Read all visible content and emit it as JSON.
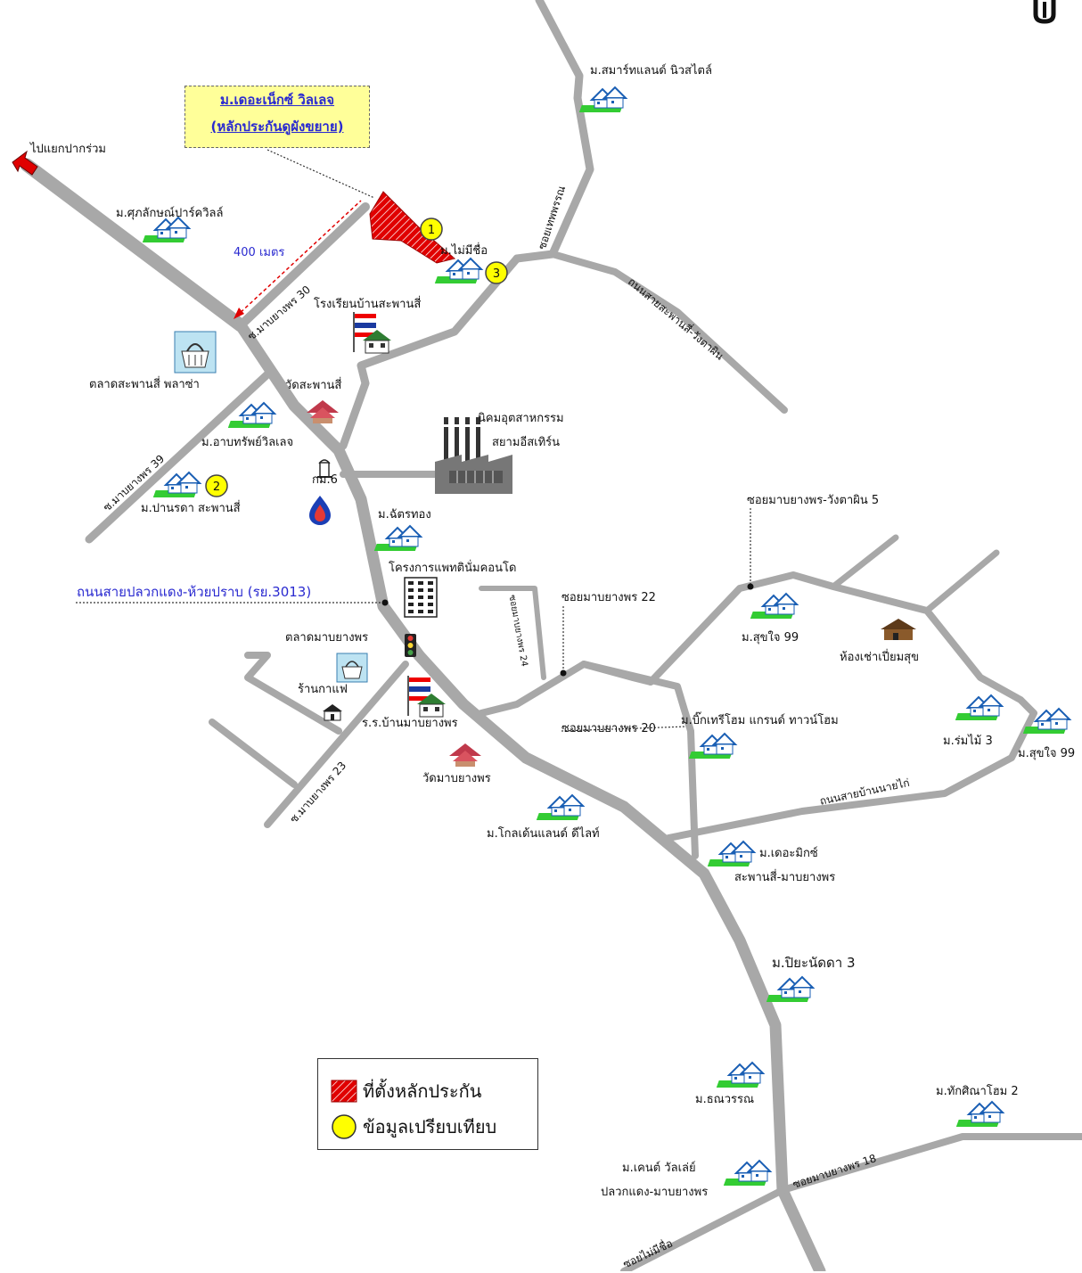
{
  "subject": {
    "name": "ม.เดอะเน็กซ์ วิลเลจ",
    "note": "(หลักประกันดูผังขยาย)"
  },
  "distance_label": "400 เมตร",
  "direction_label": "ไปแยกปากร่วม",
  "markers": [
    {
      "number": "1"
    },
    {
      "number": "2"
    },
    {
      "number": "3"
    }
  ],
  "road_labels": {
    "soi_30": "ซ.มาบยางพร 30",
    "soi_39": "ซ.มาบยางพร 39",
    "soi_23": "ซ.มาบยางพร 23",
    "soi_thephorn": "ซอยเทพพรรณ",
    "sapanSi_wangtaphin": "ถนนสายสะพานสี่-วังตาผิน",
    "main_road": "ถนนสายปลวกแดง-ห้วยปราบ (รย.3013)",
    "soi_wangtaphin5": "ซอยมาบยางพร-วังตาผิน 5",
    "soi_22": "ซอยมาบยางพร 22",
    "soi_20": "ซอยมาบยางพร 20",
    "soi_vertical": "ซอยมาบยางพร 24",
    "ban_nai_kai": "ถนนสายบ้านนายไก่",
    "soi_18": "ซอยมาบยางพร 18",
    "soi_unnamed": "ซอยไม่มีชื่อ"
  },
  "places": {
    "smart_land": "ม.สมาร์ทแลนด์ นิวสไตล์",
    "supalak": "ม.ศุภลักษณ์ปาร์ควิลล์",
    "mai_mee_chue": "ม.ไม่มีชื่อ",
    "school_sapansi": "โรงเรียนบ้านสะพานสี่",
    "market_sapansi": "ตลาดสะพานสี่ พลาซ่า",
    "wat_sapansi": "วัดสะพานสี่",
    "arbsap": "ม.อาบทรัพย์วิลเลจ",
    "km6": "กม.6",
    "industrial_1": "นิคมอุตสาหกรรม",
    "industrial_2": "สยามอีสเทิร์น",
    "pannarada": "ม.ปานรดา สะพานสี่",
    "chattong": "ม.ฉัตรทอง",
    "condo": "โครงการแพทตินั่มคอนโด",
    "market_mabyangphorn": "ตลาดมาบยางพร",
    "cafe": "ร้านกาแฟ",
    "school_mabyangphorn": "ร.ร.บ้านมาบยางพร",
    "wat_mabyangphorn": "วัดมาบยางพร",
    "golden_land": "ม.โกลเด้นแลนด์ ดีไลท์",
    "sukjai_99_a": "ม.สุขใจ 99",
    "room_rent": "ห้องเช่าเปี่ยมสุข",
    "big_tree": "ม.บิ๊กเทรีโฮม แกรนด์ ทาวน์โฮม",
    "rom_mai_3": "ม.ร่มไม้ 3",
    "sukjai_99_b": "ม.สุขใจ 99",
    "the_mix_1": "ม.เดอะมิกซ์",
    "the_mix_2": "สะพานสี่-มาบยางพร",
    "piyanatda": "ม.ปิยะนัดดา 3",
    "thanawan": "ม.ธณวรรณ",
    "thaksina": "ม.ทักศิณาโฮม 2",
    "kent_1": "ม.เคนต์ วัลเล่ย์",
    "kent_2": "ปลวกแดง-มาบยางพร"
  },
  "legend": {
    "collateral": "ที่ตั้งหลักประกัน",
    "comparison": "ข้อมูลเปรียบเทียบ"
  },
  "colors": {
    "road": "#a8a8a8",
    "collateral": "#e00000",
    "marker": "#ffff00",
    "label_blue": "#2a2ad0",
    "note_bg": "#ffff99"
  },
  "icons": {
    "housing": "house-icon",
    "school": "school-icon",
    "market": "market-icon",
    "temple": "temple-icon",
    "factory": "factory-icon",
    "gas": "gas-station-icon",
    "condo": "building-icon",
    "traffic": "traffic-light-icon",
    "north": "north-arrow-icon"
  }
}
